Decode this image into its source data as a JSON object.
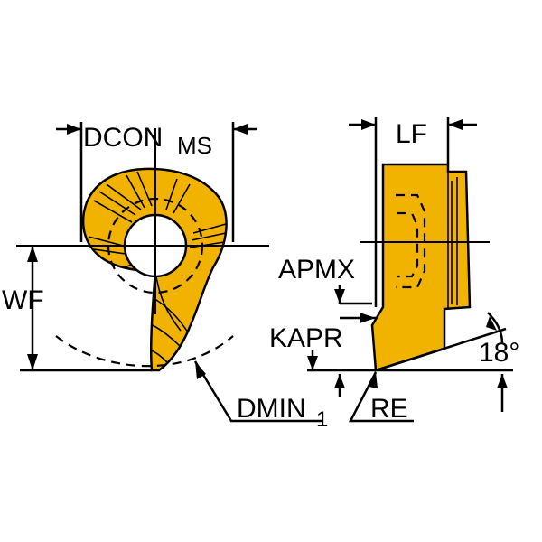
{
  "colors": {
    "insert": "#F2B200",
    "line": "#000000",
    "background": "#FFFFFF"
  },
  "labels": {
    "dcon": "DCON",
    "dcon_sub": "MS",
    "lf": "LF",
    "wf": "WF",
    "apmx": "APMX",
    "kapr": "KAPR",
    "angle": "18°",
    "dmin": "DMIN",
    "dmin_sub": "1",
    "re": "RE"
  }
}
